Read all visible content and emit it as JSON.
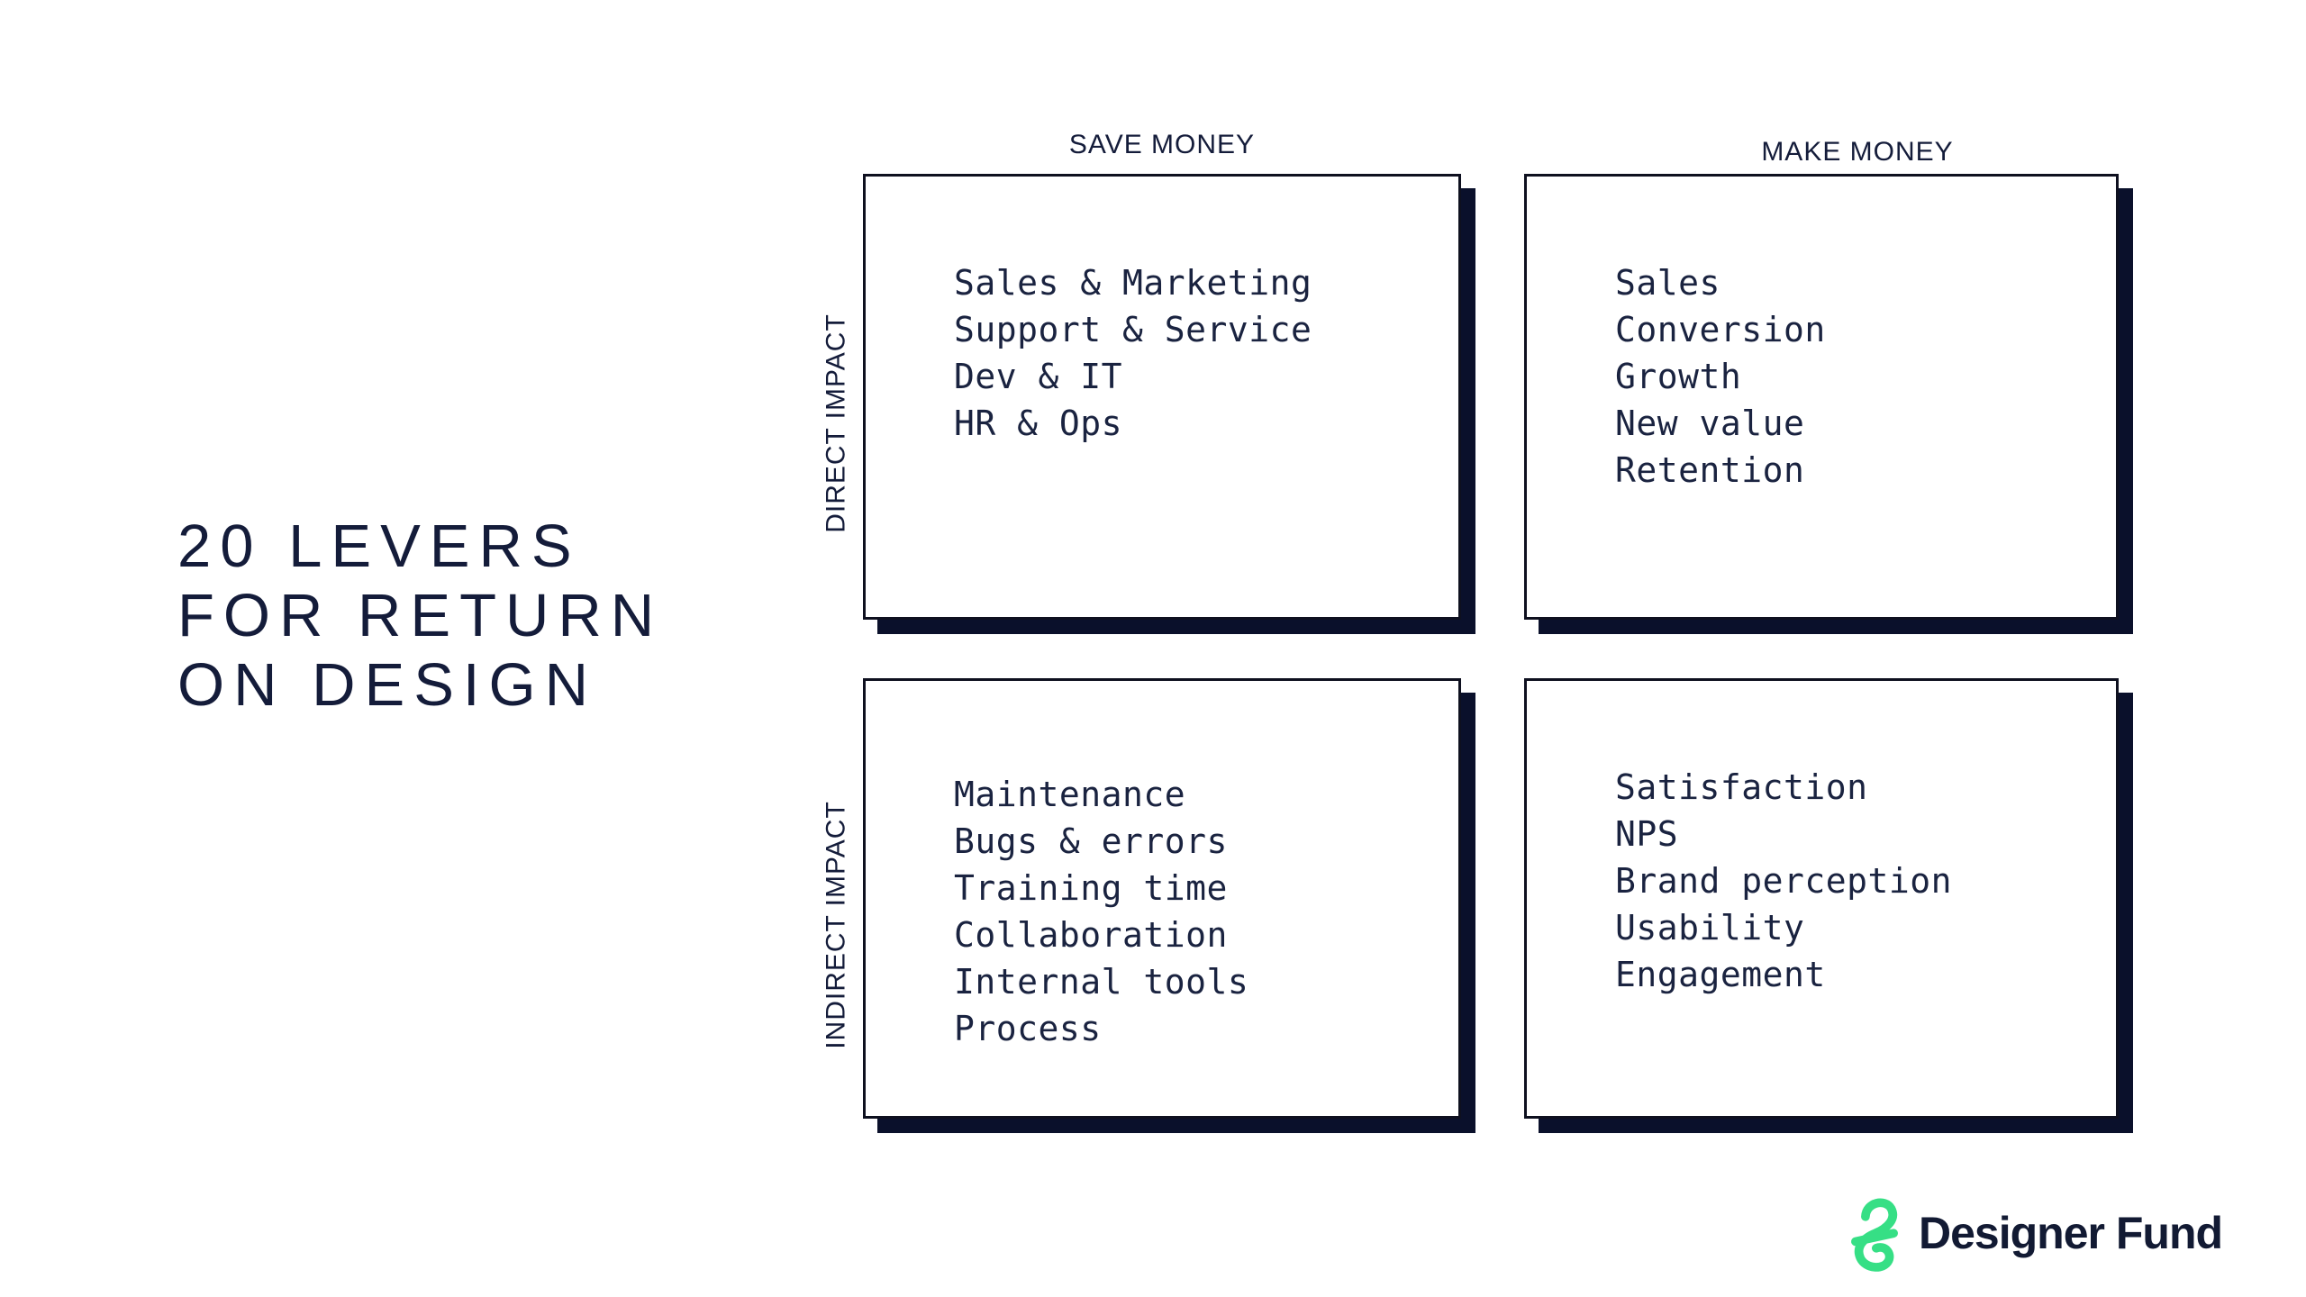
{
  "title": {
    "lines": [
      "20 LEVERS",
      "FOR RETURN",
      "ON DESIGN"
    ]
  },
  "matrix": {
    "column_headers": [
      {
        "id": "save-money",
        "label": "SAVE MONEY"
      },
      {
        "id": "make-money",
        "label": "MAKE MONEY"
      }
    ],
    "row_labels": [
      {
        "id": "direct-impact",
        "label": "DIRECT IMPACT"
      },
      {
        "id": "indirect-impact",
        "label": "INDIRECT IMPACT"
      }
    ],
    "quadrants": [
      {
        "row": "DIRECT IMPACT",
        "column": "SAVE MONEY",
        "items": [
          "Sales & Marketing",
          "Support & Service",
          "Dev & IT",
          "HR & Ops"
        ]
      },
      {
        "row": "DIRECT IMPACT",
        "column": "MAKE MONEY",
        "items": [
          "Sales",
          "Conversion",
          "Growth",
          "New value",
          "Retention"
        ]
      },
      {
        "row": "INDIRECT IMPACT",
        "column": "SAVE MONEY",
        "items": [
          "Maintenance",
          "Bugs & errors",
          "Training time",
          "Collaboration",
          "Internal tools",
          "Process"
        ]
      },
      {
        "row": "INDIRECT IMPACT",
        "column": "MAKE MONEY",
        "items": [
          "Satisfaction",
          "NPS",
          "Brand perception",
          "Usability",
          "Engagement"
        ]
      }
    ]
  },
  "branding": {
    "wordmark": "Designer Fund",
    "mark_icon": "designer-fund-squiggle-icon"
  },
  "colors": {
    "ink_navy": "#141c3a",
    "panel_shadow_navy": "#0a102b",
    "panel_border": "#0e101f",
    "accent_green": "#36df85",
    "background": "#ffffff"
  }
}
